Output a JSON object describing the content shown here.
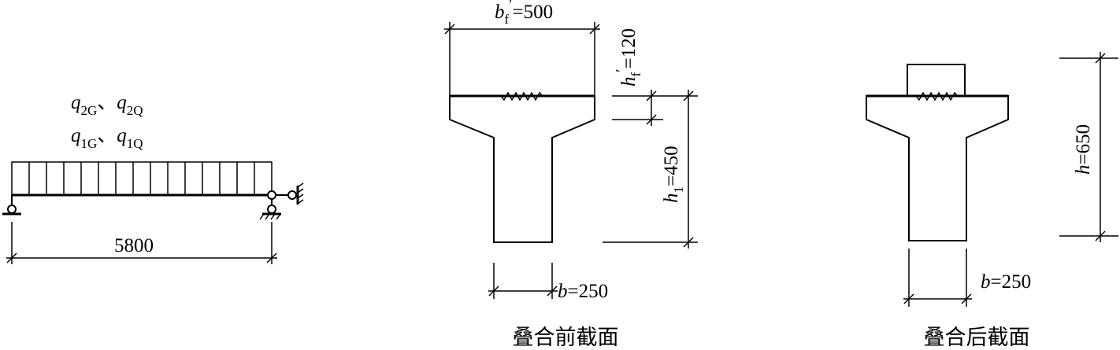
{
  "beam": {
    "load_top": {
      "q": "q",
      "sub1": "2G",
      "sep": "、",
      "sub2": "2Q"
    },
    "load_bottom": {
      "q": "q",
      "sub1": "1G",
      "sep": "、",
      "sub2": "1Q"
    },
    "span": "5800"
  },
  "section_before": {
    "flange_width": {
      "sym": "b",
      "sub": "f",
      "prime": "′",
      "value": "=500"
    },
    "flange_thickness": {
      "sym": "h",
      "sub": "f",
      "prime": "′",
      "value": "=120"
    },
    "height": {
      "sym": "h",
      "sub": "1",
      "value": "=450"
    },
    "web_width": {
      "sym": "b",
      "value": "=250"
    },
    "caption": "叠合前截面"
  },
  "section_after": {
    "height": {
      "sym": "h",
      "value": "=650"
    },
    "web_width": {
      "sym": "b",
      "value": "=250"
    },
    "caption": "叠合后截面"
  }
}
